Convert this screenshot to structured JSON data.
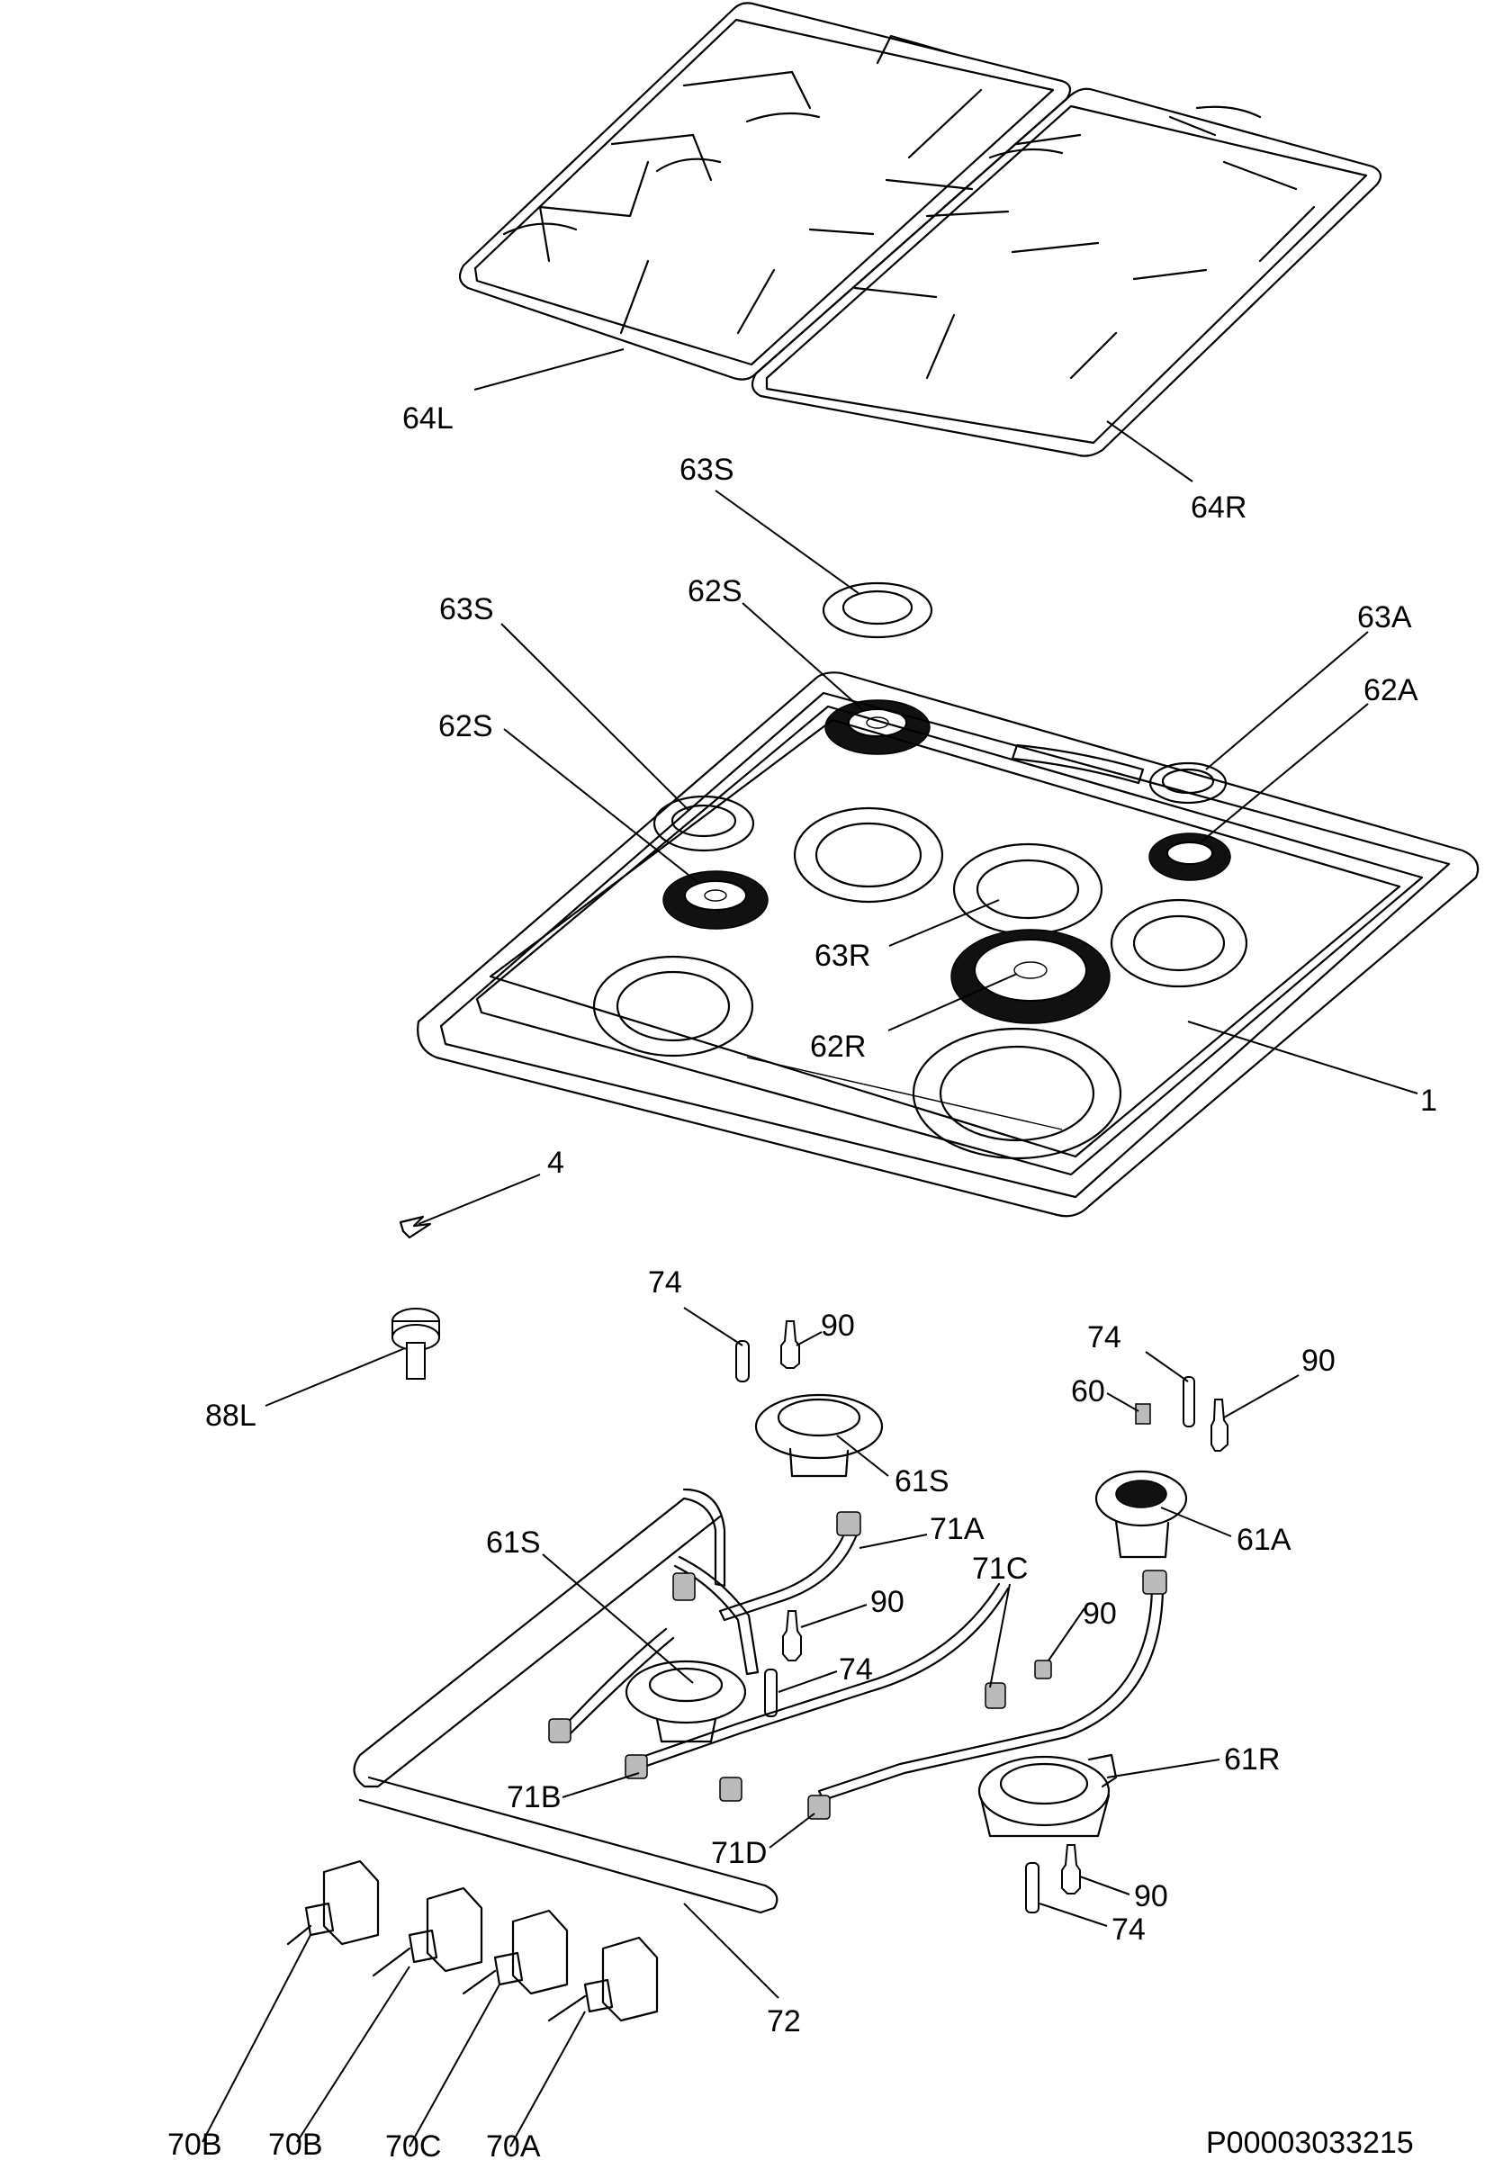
{
  "drawing": {
    "doc_number": "P00003033215",
    "labels": [
      "64L",
      "64R",
      "63S",
      "63S",
      "62S",
      "62S",
      "63A",
      "62A",
      "63R",
      "62R",
      "1",
      "4",
      "74",
      "90",
      "88L",
      "61S",
      "74",
      "60",
      "90",
      "61A",
      "61S",
      "71A",
      "90",
      "71C",
      "90",
      "74",
      "71B",
      "61R",
      "71D",
      "90",
      "74",
      "72",
      "70B",
      "70B",
      "70C",
      "70A"
    ]
  }
}
